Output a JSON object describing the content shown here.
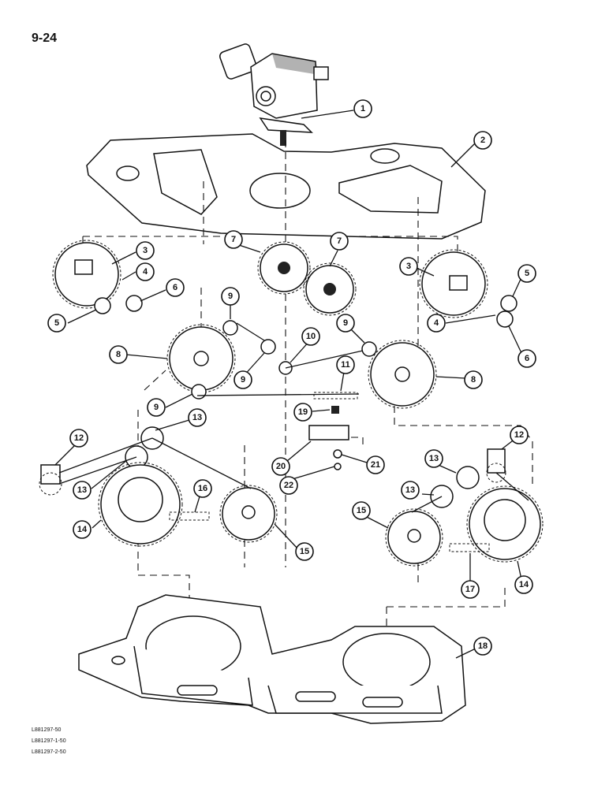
{
  "page_number": "9-24",
  "reference_codes": [
    "L881297-50",
    "L881297-1-50",
    "L881297-2-50"
  ],
  "callouts": {
    "c1": "1",
    "c2": "2",
    "c3a": "3",
    "c3b": "3",
    "c4a": "4",
    "c4b": "4",
    "c5a": "5",
    "c5b": "5",
    "c6a": "6",
    "c6b": "6",
    "c7a": "7",
    "c7b": "7",
    "c8a": "8",
    "c8b": "8",
    "c9a": "9",
    "c9b": "9",
    "c9c": "9",
    "c9d": "9",
    "c10": "10",
    "c11": "11",
    "c12a": "12",
    "c12b": "12",
    "c13a": "13",
    "c13b": "13",
    "c13c": "13",
    "c14a": "14",
    "c14b": "14",
    "c15a": "15",
    "c15b": "15",
    "c16": "16",
    "c17": "17",
    "c18": "18",
    "c19": "19",
    "c20": "20",
    "c21": "21",
    "c22": "22"
  }
}
